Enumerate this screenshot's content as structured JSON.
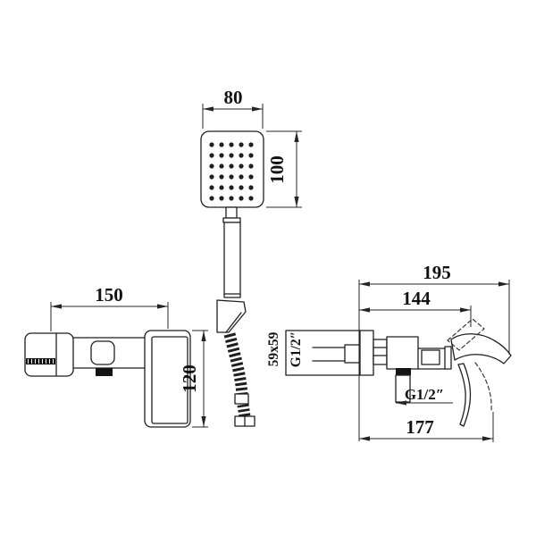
{
  "drawing": {
    "title": "shower-mixer-dimension-drawing",
    "background_color": "#ffffff",
    "line_color": "#1f1f1f",
    "hand_shower": {
      "width": "80",
      "height": "100",
      "spray_grid": {
        "cols": 5,
        "rows": 6
      }
    },
    "front_view": {
      "width": "150",
      "height": "120"
    },
    "side_view": {
      "overall_depth": "195",
      "body_depth": "144",
      "base_depth": "177",
      "wall_plate_size": "59x59",
      "inlet_thread": "G1/2″",
      "outlet_thread": "G1/2″"
    }
  }
}
